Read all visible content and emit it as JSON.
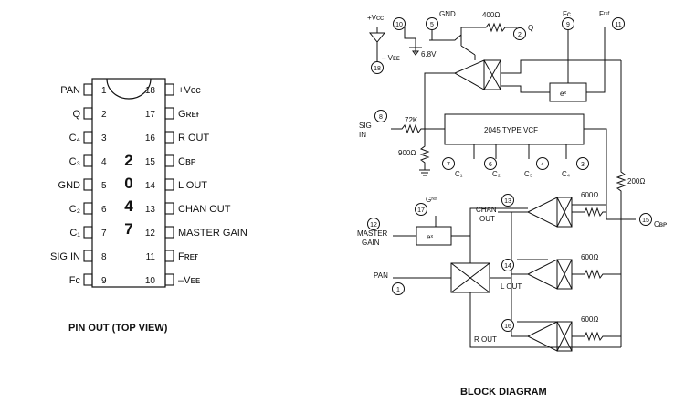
{
  "pinout": {
    "caption": "PIN OUT (TOP VIEW)",
    "part_digits": [
      "2",
      "0",
      "4",
      "7"
    ],
    "left_pins": [
      {
        "num": "1",
        "label": "PAN"
      },
      {
        "num": "2",
        "label": "Q"
      },
      {
        "num": "3",
        "label": "C₄"
      },
      {
        "num": "4",
        "label": "C₃"
      },
      {
        "num": "5",
        "label": "GND"
      },
      {
        "num": "6",
        "label": "C₂"
      },
      {
        "num": "7",
        "label": "C₁"
      },
      {
        "num": "8",
        "label": "SIG IN"
      },
      {
        "num": "9",
        "label": "Fᴄ"
      }
    ],
    "right_pins": [
      {
        "num": "18",
        "label": "+Vᴄᴄ"
      },
      {
        "num": "17",
        "label": "Gʀᴇғ"
      },
      {
        "num": "16",
        "label": "R OUT"
      },
      {
        "num": "15",
        "label": "Cʙᴘ"
      },
      {
        "num": "14",
        "label": "L OUT"
      },
      {
        "num": "13",
        "label": "CHAN OUT"
      },
      {
        "num": "12",
        "label": "MASTER GAIN"
      },
      {
        "num": "11",
        "label": "Fʀᴇғ"
      },
      {
        "num": "10",
        "label": "–Vᴇᴇ"
      }
    ]
  },
  "block": {
    "caption": "BLOCK DIAGRAM",
    "vcf_label": "2045 TYPE VCF",
    "exp_label": "eˣ",
    "vcc": "+Vᴄᴄ",
    "vee": "– Vᴇᴇ",
    "gnd": "GND",
    "zener": "6.8V",
    "res_400": "400Ω",
    "res_72k": "72K",
    "res_900": "900Ω",
    "res_200": "200Ω",
    "res_600": "600Ω",
    "sig_in": [
      "SIG",
      "IN"
    ],
    "master_gain": [
      "MASTER",
      "GAIN"
    ],
    "pan": "PAN",
    "chan_out": [
      "CHAN",
      "OUT"
    ],
    "l_out": "L  OUT",
    "r_out": "R  OUT",
    "q": "Q",
    "fc": "Fᴄ",
    "fref": "Fʳᵉᶠ",
    "gref": "Gʳᵉᶠ",
    "cbp": "Cʙᴘ",
    "caps": [
      "C₁",
      "C₂",
      "C₃",
      "C₄"
    ],
    "node_nums": [
      "1",
      "2",
      "3",
      "4",
      "5",
      "6",
      "7",
      "8",
      "9",
      "10",
      "11",
      "12",
      "13",
      "14",
      "15",
      "16",
      "17",
      "18"
    ]
  }
}
